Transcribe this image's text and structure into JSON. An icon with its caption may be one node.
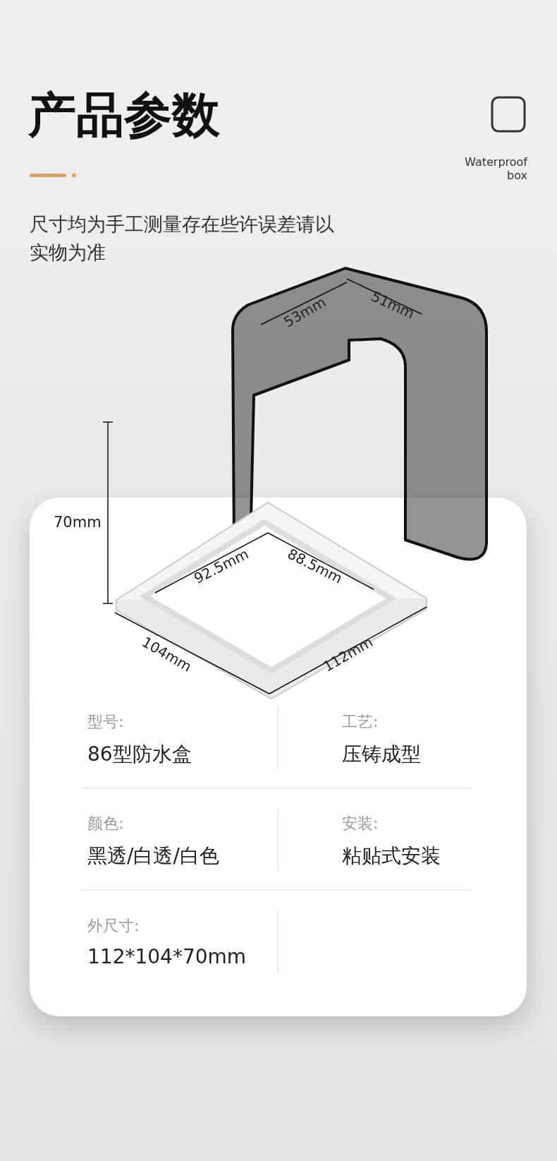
{
  "diagram": {
    "title": "产品参数",
    "labels": [
      "Waterproof box",
      "尺寸均为手工测量存在些许误差请以实物为准",
      "53mm",
      "51mm",
      "70mm",
      "92.5mm",
      "88.5mm",
      "104mm",
      "112mm",
      "型号:",
      "86型防水盒",
      "工艺:",
      "压铸成型",
      "颜色:",
      "黑透/白透/白色",
      "安装:",
      "粘贴式安装",
      "外尺寸:",
      "112*104*70mm"
    ]
  }
}
